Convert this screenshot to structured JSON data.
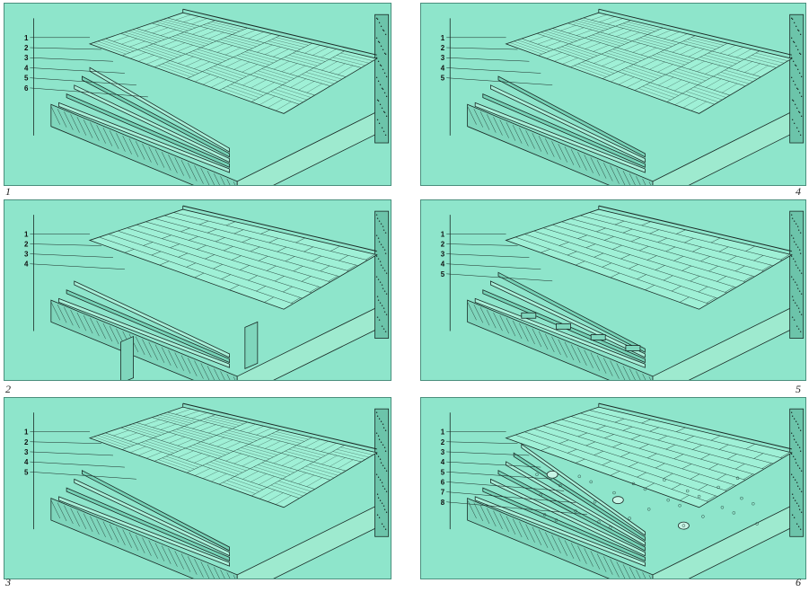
{
  "panels": [
    {
      "number": "1",
      "labels": [
        "1",
        "2",
        "3",
        "4",
        "5",
        "6"
      ],
      "pattern": "squares"
    },
    {
      "number": "2",
      "labels": [
        "1",
        "2",
        "3",
        "4"
      ],
      "pattern": "planks",
      "support": "joists"
    },
    {
      "number": "3",
      "labels": [
        "1",
        "2",
        "3",
        "4",
        "5"
      ],
      "pattern": "squares"
    },
    {
      "number": "4",
      "labels": [
        "1",
        "2",
        "3",
        "4",
        "5"
      ],
      "pattern": "squares"
    },
    {
      "number": "5",
      "labels": [
        "1",
        "2",
        "3",
        "4",
        "5"
      ],
      "pattern": "planks",
      "support": "battens"
    },
    {
      "number": "6",
      "labels": [
        "1",
        "2",
        "3",
        "4",
        "5",
        "6",
        "7",
        "8"
      ],
      "pattern": "planks",
      "support": "pipes"
    }
  ]
}
